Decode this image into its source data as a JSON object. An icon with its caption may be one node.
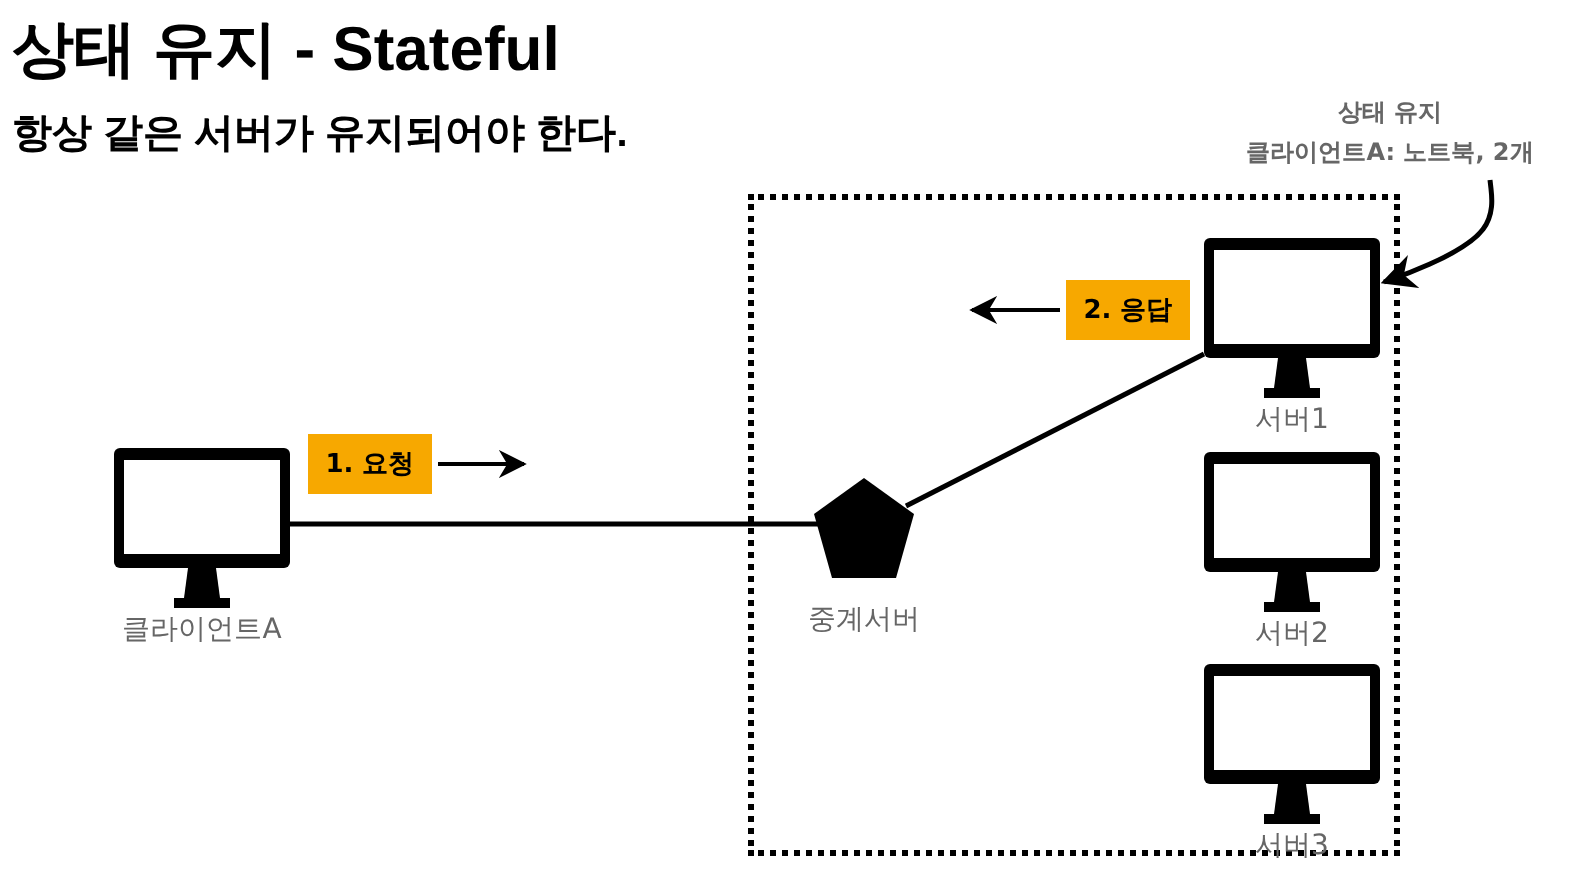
{
  "diagram": {
    "title": "상태 유지 - Stateful",
    "caption": "항상 같은 서버가 유지되어야 한다.",
    "nodes": [
      {
        "text": [],
        "shape": "box"
      },
      {
        "text": [
          "클라이언트A"
        ]
      },
      {
        "text": [
          "중계서버"
        ],
        "in": 0
      },
      {
        "text": [
          "서버1"
        ],
        "in": 0
      },
      {
        "text": [
          "서버2"
        ],
        "in": 0
      },
      {
        "text": [
          "서버3"
        ],
        "in": 0
      },
      {
        "text": [
          "상태 유지",
          "클라이언트A: 노트북, 2개"
        ]
      },
      {
        "text": [
          "1. 요청"
        ]
      },
      {
        "text": [
          "2. 응답"
        ],
        "in": 0
      }
    ],
    "edges": [
      {
        "from": 1,
        "to": 2,
        "arrow": "none"
      },
      {
        "from": 2,
        "to": 3,
        "arrow": "none"
      },
      {
        "from": 6,
        "to": 3,
        "arrow": "to"
      }
    ]
  }
}
